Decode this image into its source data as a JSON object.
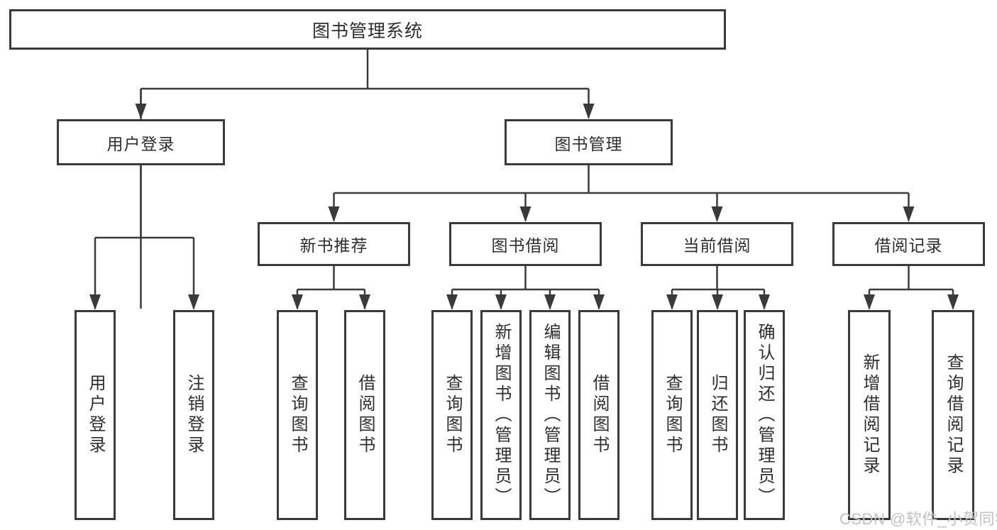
{
  "tree": {
    "root": {
      "label": "图书管理系统"
    },
    "user_login": {
      "label": "用户登录",
      "children": {
        "login": {
          "label": "用户登录"
        },
        "logout": {
          "label": "注销登录"
        }
      }
    },
    "book_mgmt": {
      "label": "图书管理",
      "children": {
        "new_book_rec": {
          "label": "新书推荐",
          "children": {
            "query": {
              "label": "查询图书"
            },
            "borrow": {
              "label": "借阅图书"
            }
          }
        },
        "book_borrow": {
          "label": "图书借阅",
          "children": {
            "query": {
              "label": "查询图书"
            },
            "add": {
              "label": "新增图书（管理员）"
            },
            "edit": {
              "label": "编辑图书（管理员）"
            },
            "borrow": {
              "label": "借阅图书"
            }
          }
        },
        "current_borrow": {
          "label": "当前借阅",
          "children": {
            "query": {
              "label": "查询图书"
            },
            "return": {
              "label": "归还图书"
            },
            "confirm": {
              "label": "确认归还（管理员）"
            }
          }
        },
        "borrow_records": {
          "label": "借阅记录",
          "children": {
            "add": {
              "label": "新增借阅记录"
            },
            "query": {
              "label": "查询借阅记录"
            }
          }
        }
      }
    }
  },
  "watermark": {
    "text": "CSDN @软件_小贺同学"
  },
  "colors": {
    "line": "#3a3a3a",
    "text": "#2e2e2e",
    "watermark": "#c3bfc3",
    "background": "#ffffff"
  }
}
